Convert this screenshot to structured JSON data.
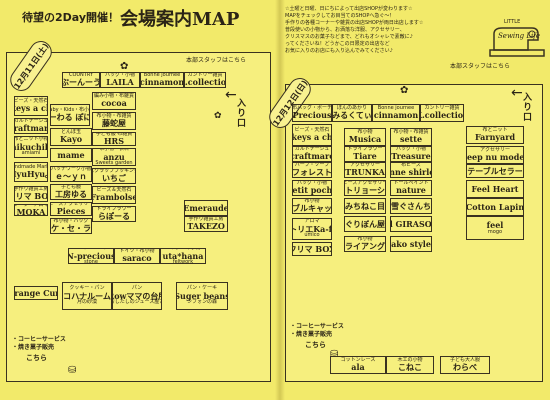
{
  "header": {
    "promo": "待望の2Day開催！",
    "title": "会場案内MAP",
    "notice": [
      "☆土曜と日曜、日にちによって出店SHOPが変わります☆",
      "MAPをチェックしてお目当てのSHOPへ急ぐ〜！",
      "手作りの各種コーナーや雑貨の出店SHOPが両日出店します☆",
      "普段使いの小物から、お洒落な洋服、アクセサリー、",
      "クリスマスのお菓子などまで、どれもオシャレで素敵に♪",
      "ってくださいね！どうかこの日限定の出店など",
      "お気に入りのお店にも入り込んでみてください♪"
    ],
    "logo_top": "LITTLE",
    "logo_main": "Sewing Life"
  },
  "day1": {
    "date": "12月11日(土)",
    "staff": "本部スタッフはこちら",
    "entrance": "入り口",
    "cafe": "・コーヒーサービス\n・焼き菓子販売",
    "kochira": "こちら",
    "cells": [
      {
        "a": "COUNTRY",
        "b": "ぶーんーう",
        "c": ""
      },
      {
        "a": "バッグ・小物",
        "b": "LAILA",
        "c": ""
      },
      {
        "a": "Bonne journee",
        "b": "cinnamon",
        "c": ""
      },
      {
        "a": "カントリー雑貨",
        "b": "K.collection",
        "c": ""
      },
      {
        "a": "ビーズ・天然石",
        "b": "Markeys a choco.",
        "c": ""
      },
      {
        "a": "Baby・Kids・布小物",
        "b": "わよーわる ぽにーた",
        "c": ""
      },
      {
        "a": "編み小物・布雑貨",
        "b": "cocoa",
        "c": ""
      },
      {
        "a": "カルトナージュ",
        "b": "craftmarc",
        "c": ""
      },
      {
        "a": "とんぼ玉",
        "b": "Kayo",
        "c": ""
      },
      {
        "a": "布小物・布雑貨",
        "b": "藤蛇屋",
        "c": ""
      },
      {
        "a": "布とニット小物",
        "b": "chikuchiku",
        "c": "amiami"
      },
      {
        "a": "",
        "b": "mame",
        "c": ""
      },
      {
        "a": "子ども服 布雑貨",
        "b": "HRS",
        "c": ""
      },
      {
        "a": "Handmade Market",
        "b": "HyuHyu。",
        "c": ""
      },
      {
        "a": "パッチワーク小物",
        "b": "ｅ〜ｙｎ",
        "c": ""
      },
      {
        "a": "布小物・衣料",
        "b": "anzu",
        "c": "Sweets garden"
      },
      {
        "a": "子ども服",
        "b": "工房ゆる",
        "c": ""
      },
      {
        "a": "スクラップブッキング",
        "b": "いちご",
        "c": ""
      },
      {
        "a": "手作り雑貨工房",
        "b": "フリマ BOX",
        "c": ""
      },
      {
        "a": "ビーズアクセサリー",
        "b": "Pieces",
        "c": ""
      },
      {
        "a": "ビーズ＆天然石",
        "b": "Frambolse",
        "c": ""
      },
      {
        "a": "ソープ・アロマ",
        "b": "MOKA",
        "c": ""
      },
      {
        "a": "布小物・バッグ",
        "b": "ケ・セ・ラ",
        "c": ""
      },
      {
        "a": "ドライフラワー",
        "b": "らぽーる",
        "c": ""
      },
      {
        "a": "",
        "b": "Emeraude",
        "c": ""
      },
      {
        "a": "手作り雑貨工房",
        "b": "TAKEZO",
        "c": ""
      },
      {
        "a": "ハーブ＆ソープ",
        "b": "N-precious",
        "c": "stone"
      },
      {
        "a": "ドイツ・布小物",
        "b": "saraco",
        "c": ""
      },
      {
        "a": "バッグ・布小物",
        "b": "uta*hana",
        "c": "feltwork"
      },
      {
        "a": "",
        "b": "Orange Cure",
        "c": ""
      },
      {
        "a": "クッキー・パン",
        "b": "コハナルーム",
        "c": "月の砂漠"
      },
      {
        "a": "パン",
        "b": "Rowママの台所",
        "c": "おおしたしのジュース屋さん"
      },
      {
        "a": "パン・ケーキ",
        "b": "Suger beans",
        "c": "シフォンの森"
      }
    ]
  },
  "day2": {
    "date": "12月12日(日)",
    "staff": "本部スタッフはこちら",
    "entrance": "入り口",
    "cafe": "・コーヒーサービス\n・焼き菓子販売",
    "kochira": "こちら",
    "cells": [
      {
        "a": "布バッグ・ポーチ",
        "b": "Precious",
        "c": ""
      },
      {
        "a": "ぼんのあかり",
        "b": "みるくてぃ",
        "c": ""
      },
      {
        "a": "Bonne journee",
        "b": "cinnamon",
        "c": ""
      },
      {
        "a": "カントリー雑貨",
        "b": "K.collection",
        "c": ""
      },
      {
        "a": "ビーズ・天然石",
        "b": "Markeys a choco.",
        "c": ""
      },
      {
        "a": "布小物",
        "b": "Musica",
        "c": ""
      },
      {
        "a": "布小物・布雑貨",
        "b": "sette",
        "c": ""
      },
      {
        "a": "カルトナージュ",
        "b": "craftmarc",
        "c": ""
      },
      {
        "a": "ドライフラワー",
        "b": "Tiare",
        "c": ""
      },
      {
        "a": "バッグ・小物",
        "b": "Treasure",
        "c": ""
      },
      {
        "a": "ハーブ・ソープ",
        "b": "フォレスト",
        "c": ""
      },
      {
        "a": "アクセサリー",
        "b": "TRUNKA",
        "c": ""
      },
      {
        "a": "布ビーズ",
        "b": "Anne shirley",
        "c": ""
      },
      {
        "a": "バッグ・小物",
        "b": "Petit poche",
        "c": ""
      },
      {
        "a": "ビーズアクセサリー",
        "b": "マトリョーシカ",
        "c": ""
      },
      {
        "a": "トールペイント",
        "b": "nature",
        "c": ""
      },
      {
        "a": "布小物",
        "b": "ダブルキャット",
        "c": ""
      },
      {
        "a": "",
        "b": "みちねこ目",
        "c": ""
      },
      {
        "a": "",
        "b": "雪ぐさんち",
        "c": ""
      },
      {
        "a": "アロマ",
        "b": "アトリエKa-foo",
        "c": "umico"
      },
      {
        "a": "",
        "b": "ぐりぼん屋",
        "c": ""
      },
      {
        "a": "",
        "b": "el GIRASOL",
        "c": ""
      },
      {
        "a": "",
        "b": "フリマ BOX",
        "c": ""
      },
      {
        "a": "布小物",
        "b": "トライアングル",
        "c": ""
      },
      {
        "a": "",
        "b": "ako style",
        "c": ""
      },
      {
        "a": "布とニット",
        "b": "Farnyard",
        "c": ""
      },
      {
        "a": "アクセサリー",
        "b": "Scheep nu moderne",
        "c": ""
      },
      {
        "a": "",
        "b": "テーブルセラー",
        "c": ""
      },
      {
        "a": "",
        "b": "Feel Heart",
        "c": ""
      },
      {
        "a": "",
        "b": "Cotton Lapin",
        "c": ""
      },
      {
        "a": "",
        "b": "feel",
        "c": "mogo"
      },
      {
        "a": "コットンレース",
        "b": "ala",
        "c": ""
      },
      {
        "a": "木工の小物",
        "b": "こねこ",
        "c": ""
      },
      {
        "a": "子ども大人服",
        "b": "わらべ",
        "c": ""
      }
    ]
  }
}
